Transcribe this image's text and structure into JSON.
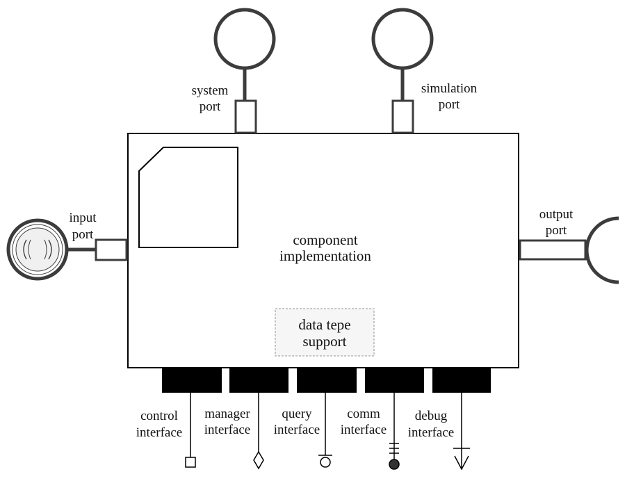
{
  "labels": {
    "system_port_1": "system",
    "system_port_2": "port",
    "simulation_port_1": "simulation",
    "simulation_port_2": "port",
    "input_port_1": "input",
    "input_port_2": "port",
    "output_port_1": "output",
    "output_port_2": "port",
    "component_1": "component",
    "component_2": "implementation",
    "datatype_1": "data tepe",
    "datatype_2": "support",
    "control_1": "control",
    "control_2": "interface",
    "manager_1": "manager",
    "manager_2": "interface",
    "query_1": "query",
    "query_2": "interface",
    "comm_1": "comm",
    "comm_2": "interface",
    "debug_1": "debug",
    "debug_2": "interface"
  },
  "colors": {
    "stroke": "#000000",
    "port_stroke": "#3c3c3c",
    "interface_fill": "#000000",
    "datatype_border": "#aaaaaa",
    "datatype_fill": "#f6f6f6"
  }
}
